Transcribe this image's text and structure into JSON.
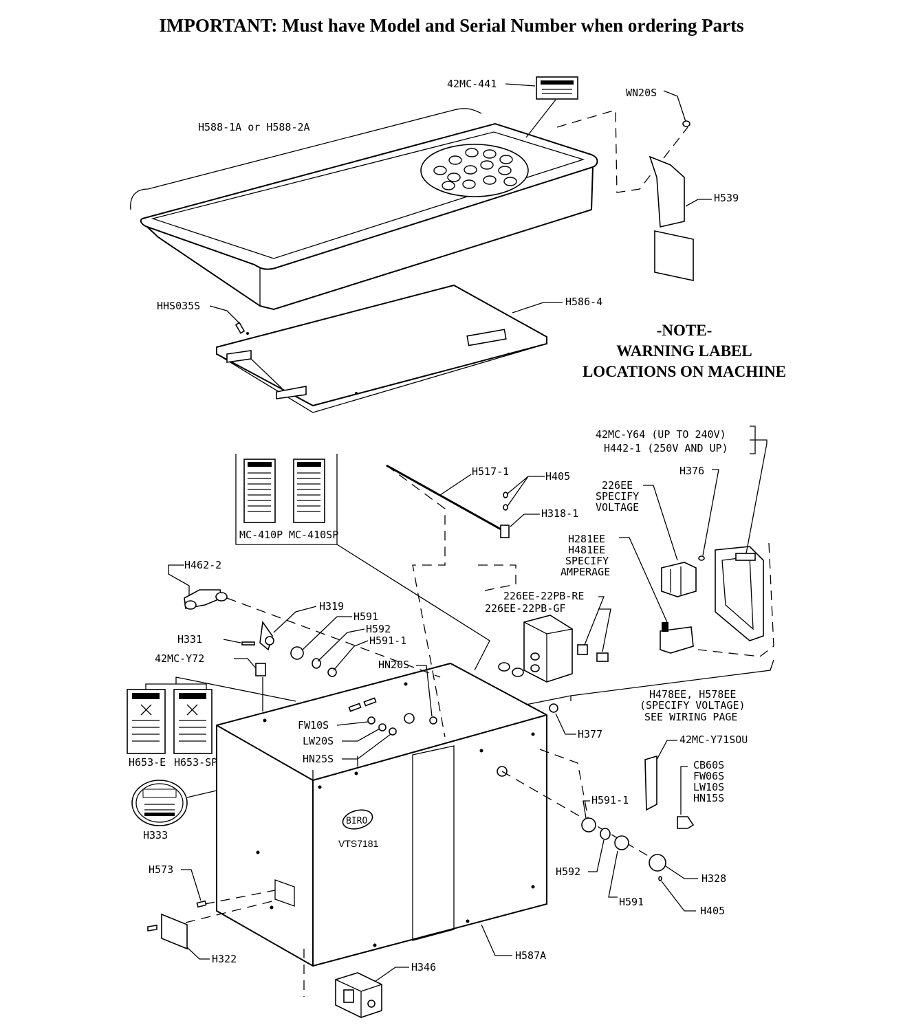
{
  "header": {
    "title": "IMPORTANT: Must have Model and Serial Number when ordering Parts"
  },
  "note": {
    "line1": "-NOTE-",
    "line2": "WARNING LABEL",
    "line3": "LOCATIONS ON MACHINE"
  },
  "labels": {
    "p42mc441": "42MC-441",
    "wn20s": "WN20S",
    "h588": "H588-1A or H588-2A",
    "h539": "H539",
    "hhs035s": "HHS035S",
    "h5864": "H586-4",
    "y64": "42MC-Y64 (UP TO 240V)",
    "h4421": "H442-1 (250V AND UP)",
    "h376": "H376",
    "ee226": "226EE",
    "specify_voltage_a": "SPECIFY",
    "specify_voltage_b": "VOLTAGE",
    "h281ee": "H281EE",
    "h481ee": "H481EE",
    "specify_amp_a": "SPECIFY",
    "specify_amp_b": "AMPERAGE",
    "h5171": "H517-1",
    "h405_top": "H405",
    "h3181": "H318-1",
    "mc410p": "MC-410P",
    "mc410sp": "MC-410SP",
    "h4622": "H462-2",
    "h319": "H319",
    "h591_top": "H591",
    "h592_top": "H592",
    "h5911_top": "H591-1",
    "h331": "H331",
    "y72": "42MC-Y72",
    "pb_re": "226EE-22PB-RE",
    "pb_gf": "226EE-22PB-GF",
    "hn20s": "HN20S",
    "h478": "H478EE, H578EE",
    "specify_voltage_paren": "(SPECIFY VOLTAGE)",
    "see_wiring": "SEE WIRING PAGE",
    "fw10s": "FW10S",
    "lw20s": "LW20S",
    "hn25s": "HN25S",
    "h377": "H377",
    "h653e": "H653-E",
    "h653sp": "H653-SP",
    "y71sou": "42MC-Y71SOU",
    "cb60s": "CB60S",
    "fw06s": "FW06S",
    "lw10s": "LW10S",
    "hn15s": "HN15S",
    "h333": "H333",
    "h5911_bot": "H591-1",
    "h592_bot": "H592",
    "h591_bot": "H591",
    "h328": "H328",
    "h405_bot": "H405",
    "h573": "H573",
    "h322": "H322",
    "h587a": "H587A",
    "h346": "H346"
  },
  "machine": {
    "brand": "BIRO",
    "model": "VTS7181"
  }
}
